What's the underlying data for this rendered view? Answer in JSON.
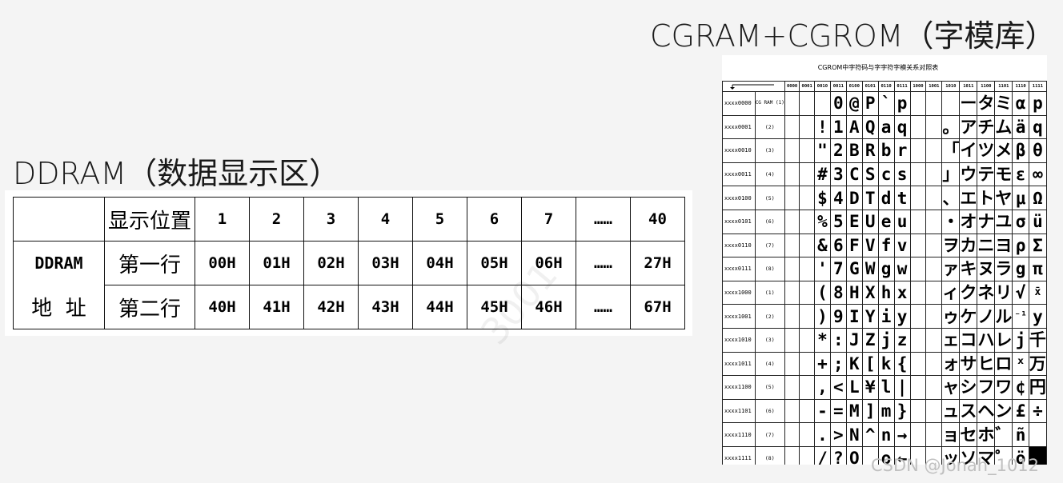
{
  "headings": {
    "cgram": "CGRAM+CGROM（字模库）",
    "ddram": "DDRAM（数据显示区）"
  },
  "ddram_table": {
    "header_label": "显示位置",
    "positions": [
      "1",
      "2",
      "3",
      "4",
      "5",
      "6",
      "7",
      "……",
      "40"
    ],
    "group_label_line1": "DDRAM",
    "group_label_line2": "地  址",
    "rows": [
      {
        "label": "第一行",
        "cells": [
          "00H",
          "01H",
          "02H",
          "03H",
          "04H",
          "05H",
          "06H",
          "……",
          "27H"
        ]
      },
      {
        "label": "第二行",
        "cells": [
          "40H",
          "41H",
          "42H",
          "43H",
          "44H",
          "45H",
          "46H",
          "……",
          "67H"
        ]
      }
    ]
  },
  "cgrom_table": {
    "title": "CGROM中字符码与字字符字模关系对照表",
    "columns": [
      "0000",
      "0001",
      "0010",
      "0011",
      "0100",
      "0101",
      "0110",
      "0111",
      "1000",
      "1001",
      "1010",
      "1011",
      "1100",
      "1101",
      "1110",
      "1111"
    ],
    "cgram_label": "CG RAM (1)",
    "rows": [
      {
        "code": "xxxx0000",
        "idx": "",
        "chars": [
          "",
          "",
          "",
          "0",
          "@",
          "P",
          "`",
          "p",
          "",
          "",
          "",
          "ー",
          "タ",
          "ミ",
          "α",
          "p"
        ]
      },
      {
        "code": "xxxx0001",
        "idx": "(2)",
        "chars": [
          "",
          "",
          "!",
          "1",
          "A",
          "Q",
          "a",
          "q",
          "",
          "",
          "。",
          "ア",
          "チ",
          "ム",
          "ä",
          "q"
        ]
      },
      {
        "code": "xxxx0010",
        "idx": "(3)",
        "chars": [
          "",
          "",
          "\"",
          "2",
          "B",
          "R",
          "b",
          "r",
          "",
          "",
          "「",
          "イ",
          "ツ",
          "メ",
          "β",
          "θ"
        ]
      },
      {
        "code": "xxxx0011",
        "idx": "(4)",
        "chars": [
          "",
          "",
          "#",
          "3",
          "C",
          "S",
          "c",
          "s",
          "",
          "",
          "」",
          "ウ",
          "テ",
          "モ",
          "ε",
          "∞"
        ]
      },
      {
        "code": "xxxx0100",
        "idx": "(5)",
        "chars": [
          "",
          "",
          "$",
          "4",
          "D",
          "T",
          "d",
          "t",
          "",
          "",
          "、",
          "エ",
          "ト",
          "ヤ",
          "μ",
          "Ω"
        ]
      },
      {
        "code": "xxxx0101",
        "idx": "(6)",
        "chars": [
          "",
          "",
          "%",
          "5",
          "E",
          "U",
          "e",
          "u",
          "",
          "",
          "・",
          "オ",
          "ナ",
          "ユ",
          "σ",
          "ü"
        ]
      },
      {
        "code": "xxxx0110",
        "idx": "(7)",
        "chars": [
          "",
          "",
          "&",
          "6",
          "F",
          "V",
          "f",
          "v",
          "",
          "",
          "ヲ",
          "カ",
          "ニ",
          "ヨ",
          "ρ",
          "Σ"
        ]
      },
      {
        "code": "xxxx0111",
        "idx": "(8)",
        "chars": [
          "",
          "",
          "'",
          "7",
          "G",
          "W",
          "g",
          "w",
          "",
          "",
          "ァ",
          "キ",
          "ヌ",
          "ラ",
          "g",
          "π"
        ]
      },
      {
        "code": "xxxx1000",
        "idx": "(1)",
        "chars": [
          "",
          "",
          "(",
          "8",
          "H",
          "X",
          "h",
          "x",
          "",
          "",
          "ィ",
          "ク",
          "ネ",
          "リ",
          "√",
          "x̄"
        ]
      },
      {
        "code": "xxxx1001",
        "idx": "(2)",
        "chars": [
          "",
          "",
          ")",
          "9",
          "I",
          "Y",
          "i",
          "y",
          "",
          "",
          "ゥ",
          "ケ",
          "ノ",
          "ル",
          "⁻¹",
          "y"
        ]
      },
      {
        "code": "xxxx1010",
        "idx": "(3)",
        "chars": [
          "",
          "",
          "*",
          ":",
          "J",
          "Z",
          "j",
          "z",
          "",
          "",
          "ェ",
          "コ",
          "ハ",
          "レ",
          "j",
          "千"
        ]
      },
      {
        "code": "xxxx1011",
        "idx": "(4)",
        "chars": [
          "",
          "",
          "+",
          ";",
          "K",
          "[",
          "k",
          "{",
          "",
          "",
          "ォ",
          "サ",
          "ヒ",
          "ロ",
          "ˣ",
          "万"
        ]
      },
      {
        "code": "xxxx1100",
        "idx": "(5)",
        "chars": [
          "",
          "",
          ",",
          "<",
          "L",
          "¥",
          "l",
          "|",
          "",
          "",
          "ャ",
          "シ",
          "フ",
          "ワ",
          "¢",
          "円"
        ]
      },
      {
        "code": "xxxx1101",
        "idx": "(6)",
        "chars": [
          "",
          "",
          "-",
          "=",
          "M",
          "]",
          "m",
          "}",
          "",
          "",
          "ュ",
          "ス",
          "ヘ",
          "ン",
          "£",
          "÷"
        ]
      },
      {
        "code": "xxxx1110",
        "idx": "(7)",
        "chars": [
          "",
          "",
          ".",
          ">",
          "N",
          "^",
          "n",
          "→",
          "",
          "",
          "ョ",
          "セ",
          "ホ",
          "゛",
          "ñ",
          ""
        ]
      },
      {
        "code": "xxxx1111",
        "idx": "(8)",
        "chars": [
          "",
          "",
          "/",
          "?",
          "O",
          "_",
          "o",
          "←",
          "",
          "",
          "ッ",
          "ソ",
          "マ",
          "゜",
          "ö",
          "█"
        ]
      }
    ]
  },
  "watermark": "3001",
  "credit": "CSDN @Jonah_1012"
}
